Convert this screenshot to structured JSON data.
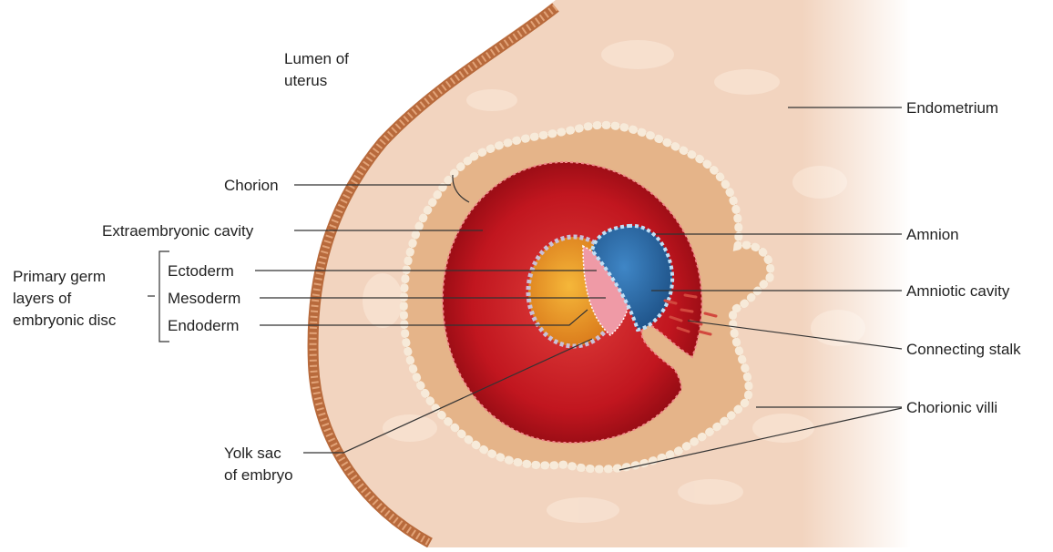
{
  "labels": {
    "lumen_line1": "Lumen of",
    "lumen_line2": "uterus",
    "endometrium": "Endometrium",
    "chorion": "Chorion",
    "extraembryonic_cavity": "Extraembryonic cavity",
    "amnion": "Amnion",
    "primary_line1": "Primary germ",
    "primary_line2": "layers of",
    "primary_line3": "embryonic disc",
    "ectoderm": "Ectoderm",
    "mesoderm": "Mesoderm",
    "endoderm": "Endoderm",
    "amniotic_cavity": "Amniotic cavity",
    "connecting_stalk": "Connecting stalk",
    "chorionic_villi": "Chorionic villi",
    "yolk_line1": "Yolk sac",
    "yolk_line2": "of embryo"
  },
  "colors": {
    "endometrium": "#f2d4bf",
    "chorion": "#e8b88c",
    "cavity_dark": "#9a0d17",
    "cavity_light": "#d42a2a",
    "amnion": "#2f6ea8",
    "yolk_sac": "#e89a1e",
    "mesoderm": "#ef9aa6"
  }
}
